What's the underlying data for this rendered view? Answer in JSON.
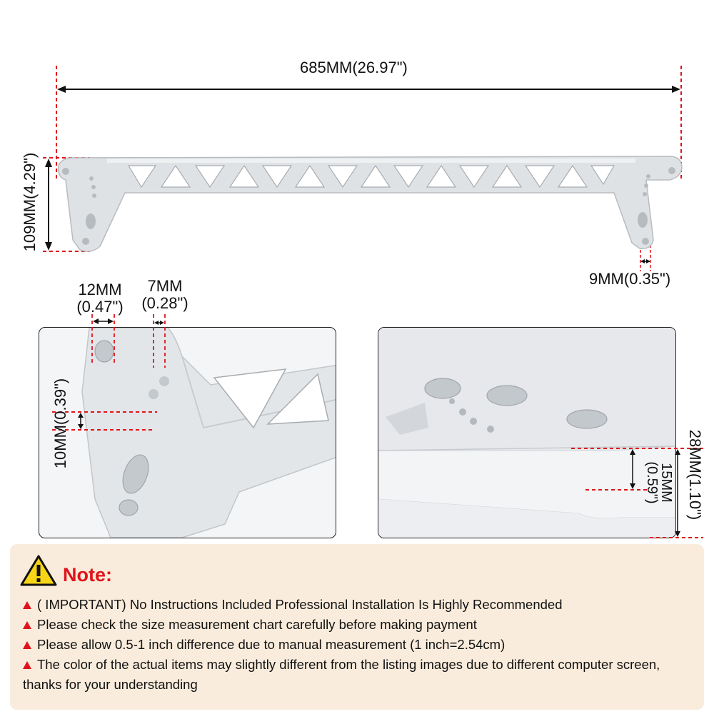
{
  "dimensions": {
    "length": "685MM(26.97\")",
    "height": "109MM(4.29\")",
    "hole_right": "9MM(0.35\")",
    "hole_a_mm": "12MM",
    "hole_a_in": "(0.47\")",
    "hole_b_mm": "7MM",
    "hole_b_in": "(0.28\")",
    "spacing": "10MM(0.39\")",
    "thickness_outer": "28MM(1.10\")",
    "thickness_inner_mm": "15MM",
    "thickness_inner_in": "(0.59\")"
  },
  "note": {
    "title": "Note:",
    "items": [
      "( IMPORTANT) No Instructions Included Professional Installation Is Highly Recommended",
      "Please check the size measurement chart carefully before making payment",
      "Please allow 0.5-1 inch difference due to manual measurement (1 inch=2.54cm)",
      "The color of the actual items may slightly different from the listing images due to different computer screen, thanks for your understanding"
    ]
  },
  "colors": {
    "accent_red": "#e0141a",
    "note_bg": "#f9ecdc",
    "metal": "#dfe2e5"
  }
}
